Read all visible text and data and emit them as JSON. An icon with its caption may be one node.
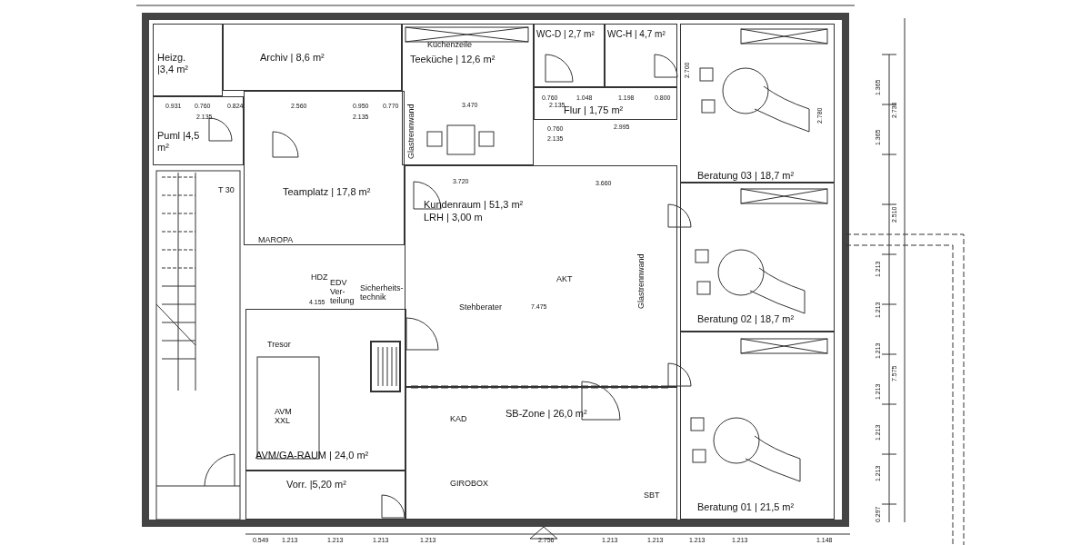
{
  "diagram": {
    "nodes": [
      {
        "text": [
          "Heizg. |3,4 m²"
        ]
      },
      {
        "text": [
          "Archiv | 8,6 m²"
        ]
      },
      {
        "text": [
          "Teeküche | 12,6 m²"
        ]
      },
      {
        "text": [
          "WC-D | 2,7 m²"
        ]
      },
      {
        "text": [
          "WC-H | 4,7 m²"
        ]
      },
      {
        "text": [
          "Flur | 1,75 m²"
        ]
      },
      {
        "text": [
          "Puml |4,5 m²"
        ]
      },
      {
        "text": [
          "Teamplatz | 17,8 m²"
        ]
      },
      {
        "text": [
          "Kundenraum | 51,3 m²",
          "LRH | 3,00 m"
        ]
      },
      {
        "text": [
          "Beratung 03 | 18,7 m²"
        ]
      },
      {
        "text": [
          "Beratung 02 | 18,7 m²"
        ]
      },
      {
        "text": [
          "AVM/GA-RAUM | 24,0 m²"
        ]
      },
      {
        "text": [
          "SB-Zone | 26,0 m²"
        ]
      },
      {
        "text": [
          "Vorr. |5,20 m²"
        ]
      },
      {
        "text": [
          "Beratung 01 | 21,5 m²"
        ]
      }
    ],
    "labels": [
      "Küchenzeile",
      "T 30",
      "MAROPA",
      "HDZ",
      "EDV Ver- teilung",
      "Sicherheits- technik",
      "Tresor",
      "AVM XXL",
      "AKT",
      "Stehberater",
      "KAD",
      "GIROBOX",
      "SBT",
      "Glastrennwand",
      "Glastrennwand",
      "0.931",
      "0.760",
      "0.824",
      "2.560",
      "0.950",
      "0.770",
      "2.135",
      "2.135",
      "3.470",
      "0.760",
      "1.048",
      "1.198",
      "0.800",
      "2.135",
      "0.760",
      "2.135",
      "2.995",
      "3.720",
      "3.660",
      "4.155",
      "7.475",
      "2.700",
      "2.780",
      "1.365",
      "1.365",
      "2.730",
      "2.510",
      "7.575",
      "1.213",
      "1.213",
      "1.213",
      "1.213",
      "1.213",
      "1.213",
      "0.297",
      "0.549",
      "1.213",
      "1.213",
      "1.213",
      "1.213",
      "2.756",
      "1.213",
      "1.213",
      "1.213",
      "1.213",
      "1.148"
    ]
  }
}
